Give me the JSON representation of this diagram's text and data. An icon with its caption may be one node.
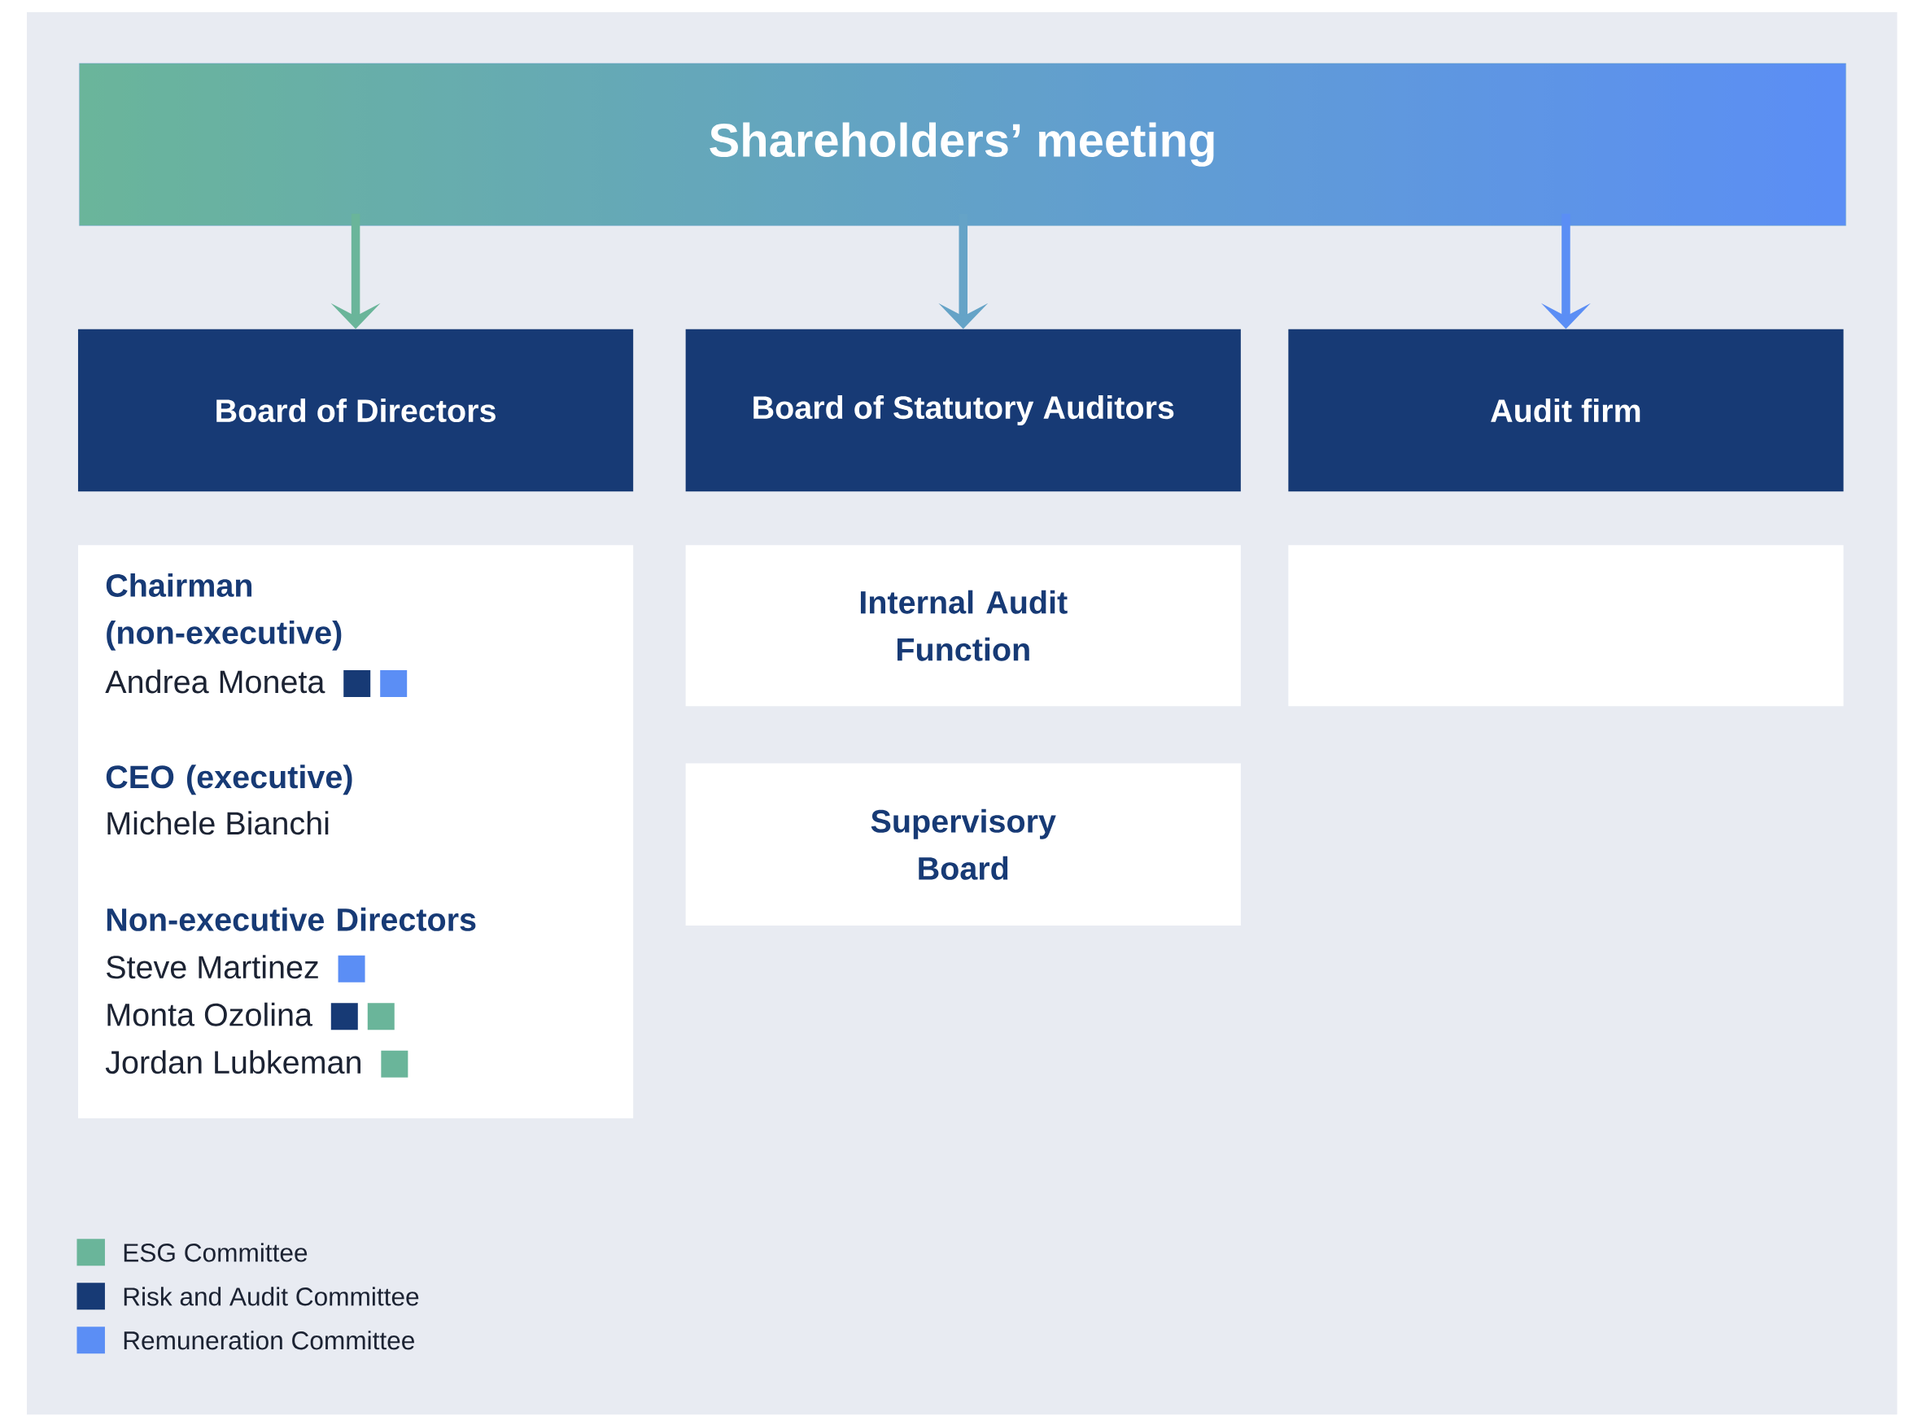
{
  "diagram": {
    "nodes": [
      {
        "text": [
          "Shareholders’ meeting"
        ]
      },
      {
        "text": [
          "Board of Directors"
        ]
      },
      {
        "text": [
          "Board of Statutory Auditors"
        ]
      },
      {
        "text": [
          "Audit firm"
        ]
      },
      {
        "text": [
          "Chairman (non-executive)",
          "Andrea Moneta",
          "CEO (executive)",
          "Michele Bianchi",
          "Non-executive Directors",
          "Steve Martinez",
          "Monta Ozolina",
          "Jordan Lubkeman"
        ]
      },
      {
        "text": [
          "Internal Audit Function"
        ]
      },
      {
        "text": [
          "Supervisory Board"
        ]
      },
      {
        "text": [],
        "shape": "box"
      }
    ],
    "edges": [
      {
        "from": 0,
        "to": 1,
        "arrow": "to",
        "color": "#6ab59a"
      },
      {
        "from": 0,
        "to": 2,
        "arrow": "to",
        "color": "#65a3c7"
      },
      {
        "from": 0,
        "to": 3,
        "arrow": "to",
        "color": "#5b8ef5"
      }
    ],
    "legend": [
      {
        "text": "ESG Committee",
        "color": "#6ab59a"
      },
      {
        "text": "Risk and Audit Committee",
        "color": "#173a75"
      },
      {
        "text": "Remuneration Committee",
        "color": "#5b8ef5"
      }
    ]
  }
}
